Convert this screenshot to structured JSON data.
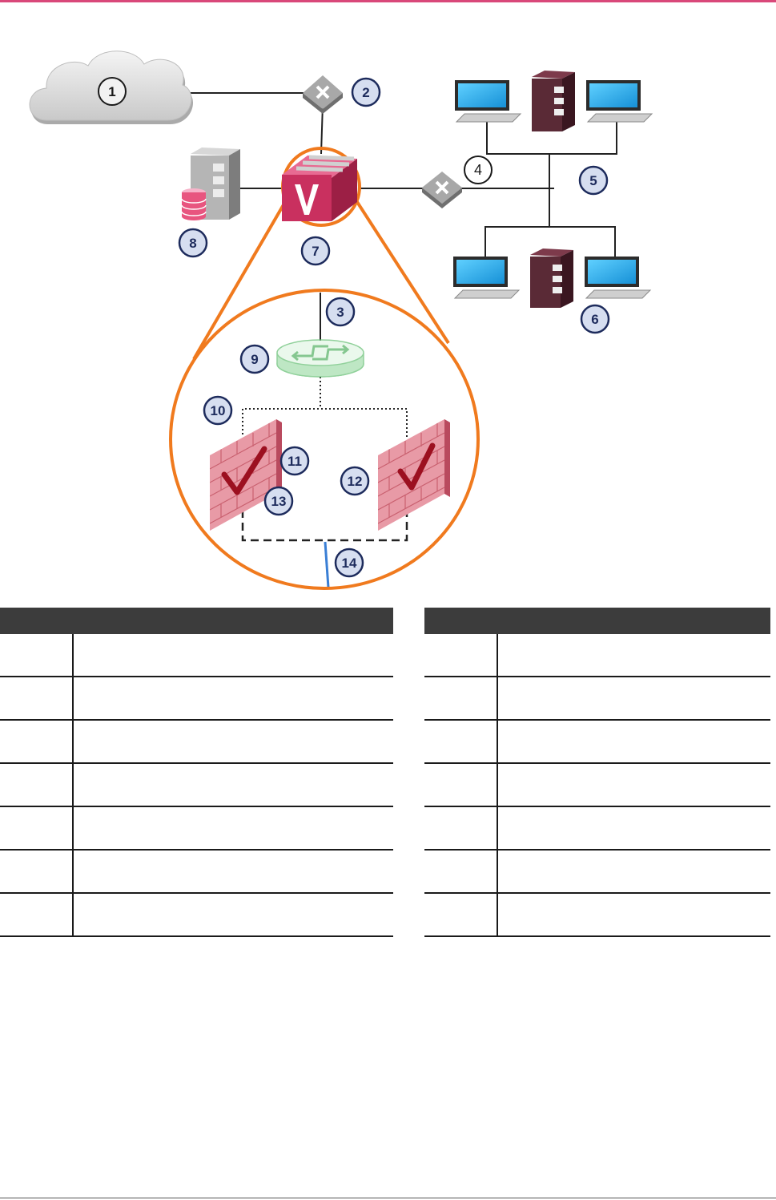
{
  "colors": {
    "accent_rule": "#d9487a",
    "zoom_ring": "#f07a1e",
    "badge_blue": "#d6def0",
    "badge_border": "#1d2b5c",
    "appliance": "#c9305f",
    "firewall": "#e07c8c",
    "monitor": "#22a8e6",
    "server_dark": "#5a2a36",
    "switch_gray": "#9a9a9a",
    "router_green": "#8fd49a",
    "link_blue": "#3a7fd5"
  },
  "icons": [
    "cloud-icon",
    "switch-icon",
    "appliance-icon",
    "database-server-icon",
    "computer-icon",
    "server-icon",
    "router-icon",
    "firewall-icon"
  ],
  "callouts": {
    "n1": "1",
    "n2": "2",
    "n3": "3",
    "n4": "4",
    "n5": "5",
    "n6": "6",
    "n7": "7",
    "n8": "8",
    "n9": "9",
    "n10": "10",
    "n11": "11",
    "n12": "12",
    "n13": "13",
    "n14": "14"
  },
  "legend": {
    "left": {
      "headers": [
        "",
        ""
      ],
      "rows": [
        [
          "",
          ""
        ],
        [
          "",
          ""
        ],
        [
          "",
          ""
        ],
        [
          "",
          ""
        ],
        [
          "",
          ""
        ],
        [
          "",
          ""
        ],
        [
          "",
          ""
        ]
      ]
    },
    "right": {
      "headers": [
        "",
        ""
      ],
      "rows": [
        [
          "",
          ""
        ],
        [
          "",
          ""
        ],
        [
          "",
          ""
        ],
        [
          "",
          ""
        ],
        [
          "",
          ""
        ],
        [
          "",
          ""
        ],
        [
          "",
          ""
        ]
      ]
    }
  }
}
